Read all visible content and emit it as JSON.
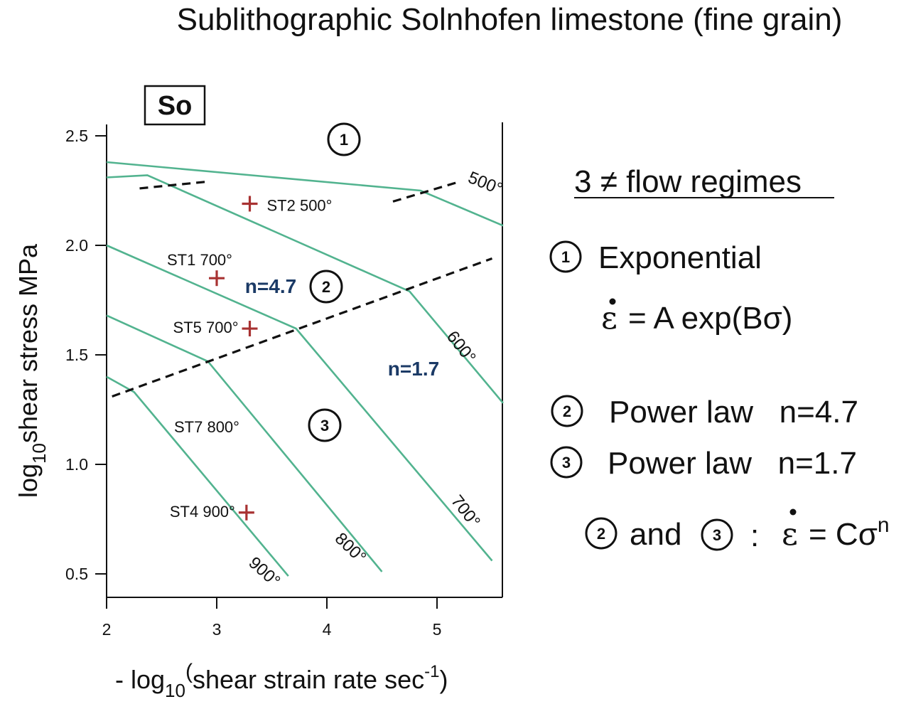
{
  "title": "Sublithographic Solnhofen limestone (fine grain)",
  "chart_data": {
    "type": "line",
    "panel_label": "So",
    "xlabel_parts": {
      "prefix": "- log",
      "sub": "10",
      "paren_open": "(",
      "main": "shear strain rate sec",
      "sup": "-1",
      "paren_close": ")"
    },
    "ylabel_parts": {
      "prefix": "log",
      "sub": "10",
      "main": "shear stress MPa"
    },
    "xlim": [
      2,
      5.6
    ],
    "ylim": [
      0.4,
      2.55
    ],
    "x_ticks": [
      2,
      3,
      4,
      5
    ],
    "y_ticks": [
      0.5,
      1.0,
      1.5,
      2.0,
      2.5
    ],
    "x_tick_labels": [
      "2",
      "3",
      "4",
      "5"
    ],
    "y_tick_labels": [
      "0.5",
      "1.0",
      "1.5",
      "2.0",
      "2.5"
    ],
    "series": [
      {
        "name": "500°",
        "x": [
          2.0,
          4.85,
          5.6
        ],
        "y": [
          2.38,
          2.25,
          2.09
        ]
      },
      {
        "name": "600°",
        "x": [
          2.0,
          2.37,
          4.75,
          5.6
        ],
        "y": [
          2.31,
          2.32,
          1.79,
          1.28
        ]
      },
      {
        "name": "700°",
        "x": [
          2.0,
          3.72,
          5.5
        ],
        "y": [
          2.0,
          1.62,
          0.56
        ]
      },
      {
        "name": "800°",
        "x": [
          2.0,
          2.92,
          4.5
        ],
        "y": [
          1.68,
          1.47,
          0.51
        ]
      },
      {
        "name": "900°",
        "x": [
          2.0,
          2.25,
          3.65
        ],
        "y": [
          1.4,
          1.33,
          0.49
        ]
      }
    ],
    "boundaries": [
      {
        "x": [
          2.3,
          2.9
        ],
        "y": [
          2.26,
          2.29
        ]
      },
      {
        "x": [
          4.6,
          5.2
        ],
        "y": [
          2.2,
          2.29
        ]
      },
      {
        "x": [
          2.05,
          5.5
        ],
        "y": [
          1.31,
          1.94
        ]
      }
    ],
    "points": [
      {
        "label": "ST2 500°",
        "x": 3.3,
        "y": 2.19
      },
      {
        "label": "ST1 700°",
        "x": 3.0,
        "y": 1.85
      },
      {
        "label": "ST5 700°",
        "x": 3.3,
        "y": 1.62
      },
      {
        "label": "ST4 900°",
        "x": 3.27,
        "y": 0.78
      }
    ],
    "annotations": {
      "n1": "n=4.7",
      "n2": "n=1.7",
      "regime1": "1",
      "regime2": "2",
      "regime3": "3",
      "label_ST7": "ST7 800°"
    }
  },
  "legend_panel": {
    "heading": "3 ≠ flow regimes",
    "items": [
      {
        "num": "1",
        "text": "Exponential"
      },
      {
        "num": "2",
        "text": "Power law   n=4.7"
      },
      {
        "num": "3",
        "text": "Power law   n=1.7"
      }
    ],
    "eq1": "= A exp(Bσ)",
    "combined_and": "and",
    "combined_colon": ":",
    "eq2": "= Cσ",
    "eq2_sup": "n",
    "epsilon": "ε"
  }
}
